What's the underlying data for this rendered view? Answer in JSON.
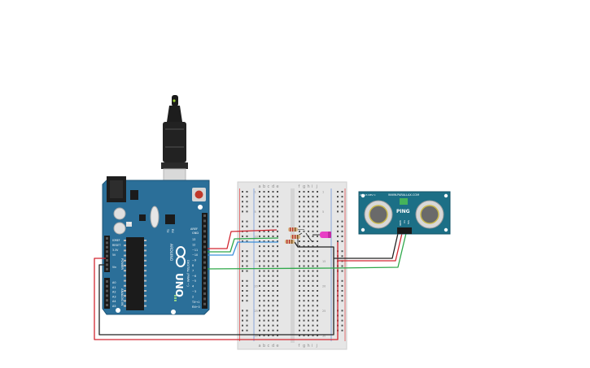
{
  "arduino": {
    "model": "UNO",
    "brand": "ARDUINO",
    "tx": "TX",
    "rx": "RX",
    "on": "ON",
    "aref": "AREF",
    "gnd": "GND",
    "digital_label": "DIGITAL (PWM ~)",
    "power_label": "POWER",
    "analog_label": "ANALOG IN",
    "ioref": "IOREF",
    "reset": "RESET",
    "v33": "3.3V",
    "v5": "5V",
    "vin": "Vin",
    "digital_pins": [
      "13",
      "12",
      "~11",
      "~10",
      "~9",
      "8",
      "7",
      "~6",
      "~5",
      "4",
      "~3",
      "2",
      "TX→1",
      "RX←0"
    ],
    "analog_pins": [
      "A0",
      "A1",
      "A2",
      "A3",
      "A4",
      "A5"
    ]
  },
  "breadboard": {
    "columns_left": [
      "a",
      "b",
      "c",
      "d",
      "e"
    ],
    "columns_right": [
      "f",
      "g",
      "h",
      "i",
      "j"
    ],
    "row_numbers": [
      "1",
      "5",
      "10",
      "15",
      "20",
      "25",
      "30"
    ]
  },
  "sensor": {
    "name": "PING",
    "brand": "WWW.PARALLAX.COM",
    "pin_labels": [
      "GND",
      "5V",
      "SIG"
    ],
    "side_text": "28015 REV C"
  },
  "colors": {
    "arduino": "#2b6f99",
    "sensor": "#1c6f86",
    "wire_red": "#d22630",
    "wire_black": "#222222",
    "wire_green": "#2fa84a",
    "wire_blue": "#3b8fd9",
    "led": "#e83fc5",
    "breadboard": "#e6e6e6"
  }
}
